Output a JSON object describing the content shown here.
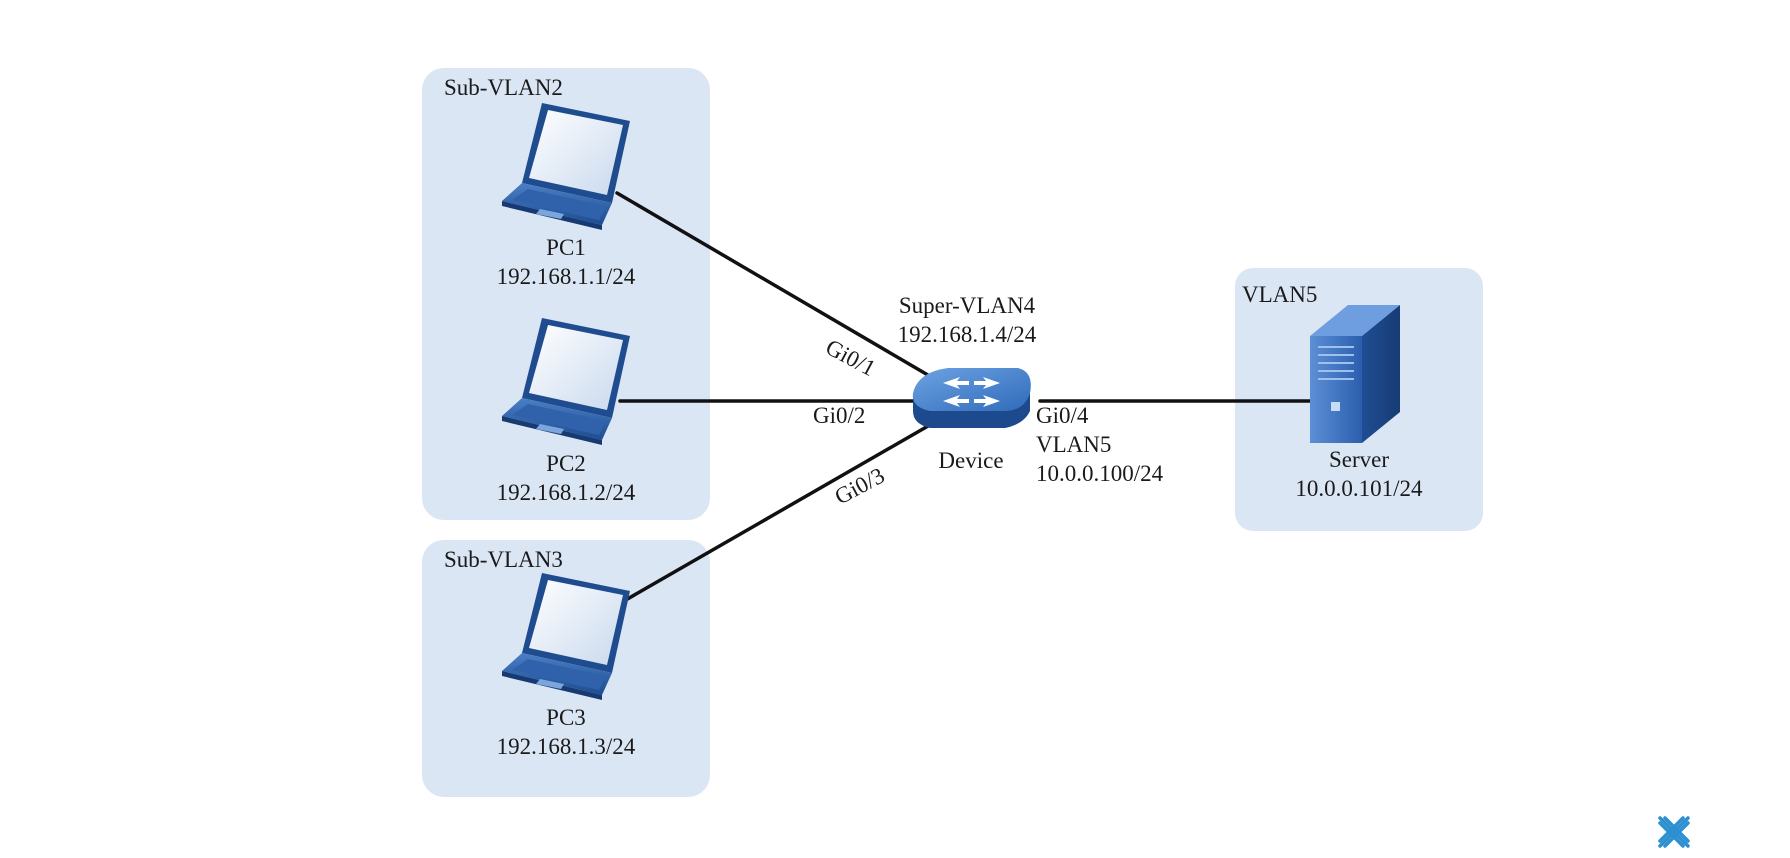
{
  "colors": {
    "zone_fill": "#dbe6f5",
    "device_blue": "#3f7cc8",
    "link_black": "#111111",
    "logo_blue": "#2c8fd0"
  },
  "zones": {
    "subvlan2": "Sub-VLAN2",
    "subvlan3": "Sub-VLAN3",
    "vlan5": "VLAN5"
  },
  "nodes": {
    "pc1": {
      "name": "PC1",
      "ip": "192.168.1.1/24",
      "icon": "laptop-icon"
    },
    "pc2": {
      "name": "PC2",
      "ip": "192.168.1.2/24",
      "icon": "laptop-icon"
    },
    "pc3": {
      "name": "PC3",
      "ip": "192.168.1.3/24",
      "icon": "laptop-icon"
    },
    "device": {
      "name": "Device",
      "vlan": "Super-VLAN4",
      "ip": "192.168.1.4/24",
      "icon": "layer3-switch-icon"
    },
    "server": {
      "name": "Server",
      "ip": "10.0.0.101/24",
      "icon": "server-tower-icon"
    }
  },
  "ports": {
    "gi01": "Gi0/1",
    "gi02": "Gi0/2",
    "gi03": "Gi0/3",
    "gi04": "Gi0/4",
    "gi04_vlan": "VLAN5",
    "gi04_ip": "10.0.0.100/24"
  },
  "logo": {
    "icon": "brand-logo-icon"
  }
}
